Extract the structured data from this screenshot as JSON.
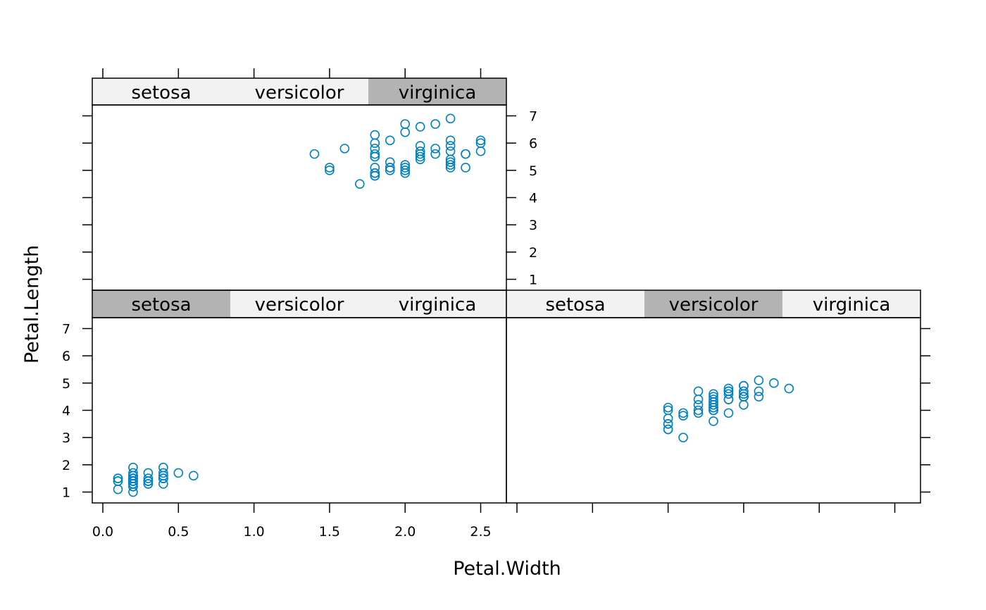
{
  "chart_data": {
    "type": "scatter",
    "title": "",
    "xlabel": "Petal.Width",
    "ylabel": "Petal.Length",
    "xlim": [
      -0.07,
      2.67
    ],
    "ylim": [
      0.6,
      7.4
    ],
    "x_ticks": [
      0.0,
      0.5,
      1.0,
      1.5,
      2.0,
      2.5
    ],
    "x_tick_labels": [
      "0.0",
      "0.5",
      "1.0",
      "1.5",
      "2.0",
      "2.5"
    ],
    "y_ticks": [
      1,
      2,
      3,
      4,
      5,
      6,
      7
    ],
    "y_tick_labels": [
      "1",
      "2",
      "3",
      "4",
      "5",
      "6",
      "7"
    ],
    "grid": false,
    "marker": "open-circle",
    "point_color": "#0080C0",
    "strip_active_color": "#B3B3B3",
    "strip_inactive_color": "#F2F2F2",
    "strip_levels": [
      "setosa",
      "versicolor",
      "virginica"
    ],
    "panels": [
      {
        "name": "setosa",
        "active_level": 0,
        "position": "bottom-left",
        "x": [
          0.2,
          0.2,
          0.2,
          0.2,
          0.2,
          0.4,
          0.3,
          0.2,
          0.2,
          0.1,
          0.2,
          0.2,
          0.1,
          0.1,
          0.2,
          0.4,
          0.4,
          0.3,
          0.3,
          0.3,
          0.2,
          0.4,
          0.2,
          0.5,
          0.2,
          0.2,
          0.4,
          0.2,
          0.2,
          0.2,
          0.2,
          0.4,
          0.1,
          0.2,
          0.2,
          0.2,
          0.2,
          0.1,
          0.2,
          0.2,
          0.3,
          0.3,
          0.2,
          0.6,
          0.4,
          0.3,
          0.2,
          0.2,
          0.2,
          0.2
        ],
        "y": [
          1.4,
          1.4,
          1.3,
          1.5,
          1.4,
          1.7,
          1.4,
          1.5,
          1.4,
          1.5,
          1.5,
          1.6,
          1.4,
          1.1,
          1.2,
          1.5,
          1.3,
          1.4,
          1.7,
          1.5,
          1.7,
          1.5,
          1.0,
          1.7,
          1.9,
          1.6,
          1.6,
          1.5,
          1.4,
          1.6,
          1.6,
          1.5,
          1.5,
          1.4,
          1.5,
          1.2,
          1.3,
          1.4,
          1.3,
          1.5,
          1.3,
          1.3,
          1.3,
          1.6,
          1.9,
          1.4,
          1.6,
          1.4,
          1.5,
          1.4
        ]
      },
      {
        "name": "versicolor",
        "active_level": 1,
        "position": "bottom-right",
        "x": [
          1.4,
          1.5,
          1.5,
          1.3,
          1.5,
          1.3,
          1.6,
          1.0,
          1.3,
          1.4,
          1.0,
          1.5,
          1.0,
          1.4,
          1.3,
          1.4,
          1.5,
          1.0,
          1.5,
          1.1,
          1.8,
          1.3,
          1.5,
          1.2,
          1.3,
          1.4,
          1.4,
          1.7,
          1.5,
          1.0,
          1.1,
          1.0,
          1.2,
          1.6,
          1.5,
          1.6,
          1.5,
          1.3,
          1.3,
          1.3,
          1.2,
          1.4,
          1.2,
          1.0,
          1.3,
          1.2,
          1.3,
          1.3,
          1.1,
          1.3
        ],
        "y": [
          4.7,
          4.5,
          4.9,
          4.0,
          4.6,
          4.5,
          4.7,
          3.3,
          4.6,
          3.9,
          3.5,
          4.2,
          4.0,
          4.7,
          3.6,
          4.4,
          4.5,
          4.1,
          4.5,
          3.9,
          4.8,
          4.0,
          4.9,
          4.7,
          4.3,
          4.4,
          4.8,
          5.0,
          4.5,
          3.5,
          3.8,
          3.7,
          3.9,
          5.1,
          4.5,
          4.5,
          4.7,
          4.4,
          4.1,
          4.0,
          4.4,
          4.6,
          4.0,
          3.3,
          4.2,
          4.2,
          4.2,
          4.3,
          3.0,
          4.1
        ]
      },
      {
        "name": "virginica",
        "active_level": 2,
        "position": "top-left",
        "x": [
          2.5,
          1.9,
          2.1,
          1.8,
          2.2,
          2.1,
          1.7,
          1.8,
          1.8,
          2.5,
          2.0,
          1.9,
          2.1,
          2.0,
          2.4,
          2.3,
          1.8,
          2.2,
          2.3,
          1.5,
          2.3,
          2.0,
          2.0,
          1.8,
          2.1,
          1.8,
          1.8,
          1.8,
          2.1,
          1.6,
          1.9,
          2.0,
          2.2,
          1.5,
          1.4,
          2.3,
          2.4,
          1.8,
          1.8,
          2.1,
          2.4,
          2.3,
          1.9,
          2.3,
          2.5,
          2.3,
          1.9,
          2.0,
          2.3,
          1.8
        ],
        "y": [
          6.0,
          5.1,
          5.9,
          5.6,
          5.8,
          6.6,
          4.5,
          6.3,
          5.8,
          6.1,
          5.1,
          5.3,
          5.5,
          5.0,
          5.1,
          5.3,
          5.5,
          6.7,
          6.9,
          5.0,
          5.7,
          4.9,
          6.7,
          4.9,
          5.7,
          6.0,
          4.8,
          4.9,
          5.6,
          5.8,
          6.1,
          6.4,
          5.6,
          5.1,
          5.6,
          6.1,
          5.6,
          5.5,
          4.8,
          5.4,
          5.6,
          5.1,
          5.1,
          5.9,
          5.7,
          5.2,
          5.0,
          5.2,
          5.4,
          5.1
        ]
      }
    ]
  }
}
